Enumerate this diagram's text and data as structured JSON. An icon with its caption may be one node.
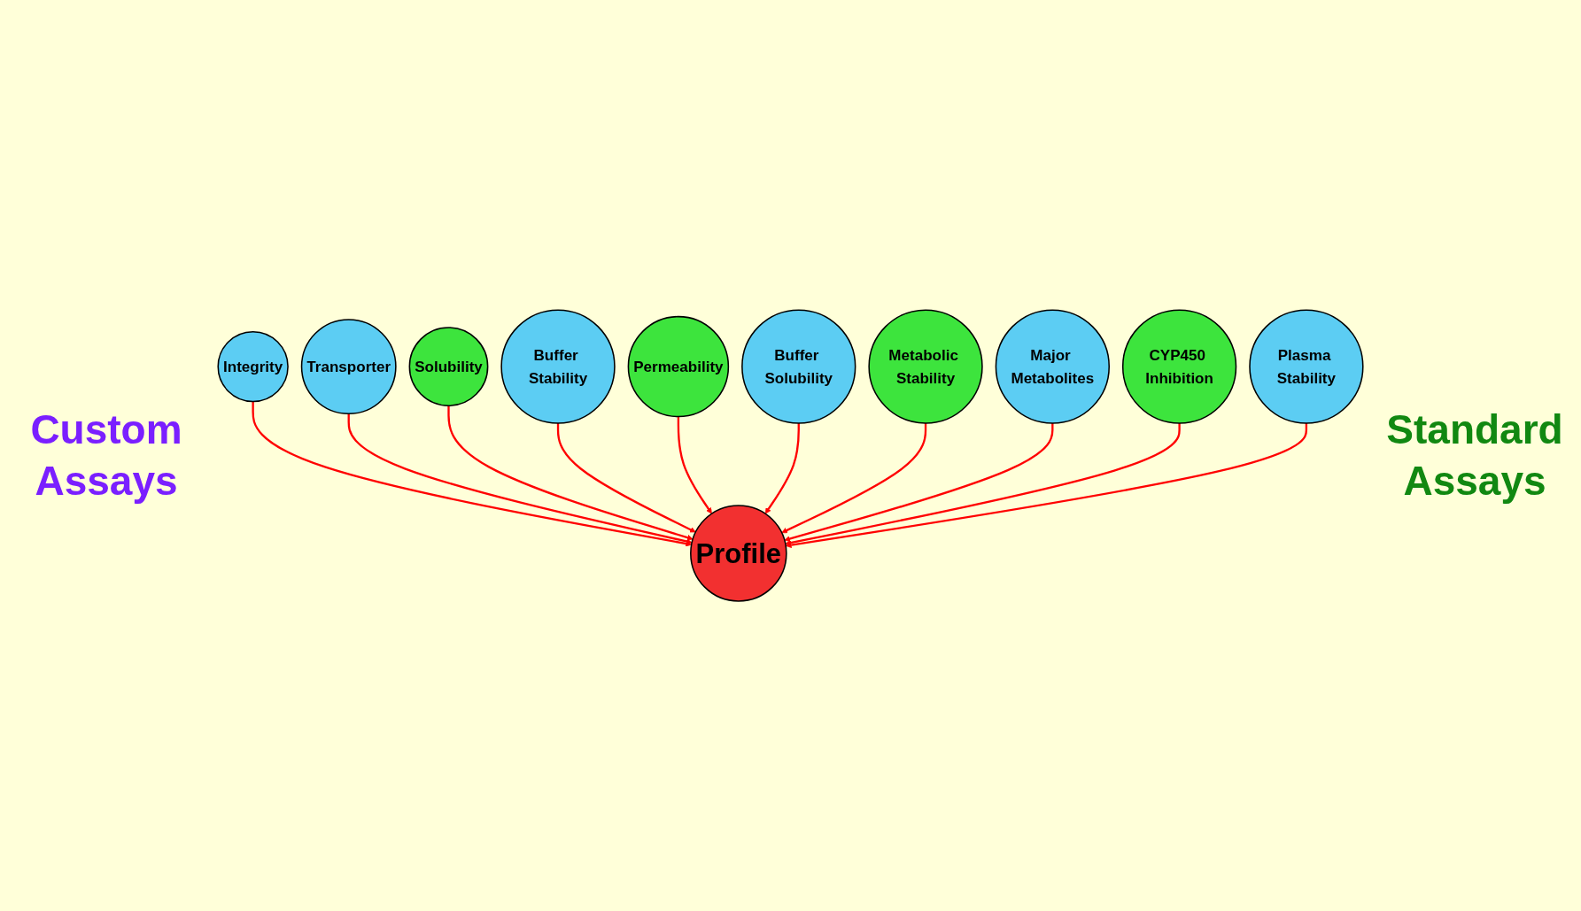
{
  "diagram": {
    "nodes": [
      {
        "text": [
          "Integrity"
        ]
      },
      {
        "text": [
          "Transporter"
        ]
      },
      {
        "text": [
          "Solubility"
        ]
      },
      {
        "text": [
          "Buffer Stability"
        ]
      },
      {
        "text": [
          "Permeability"
        ]
      },
      {
        "text": [
          "Profile"
        ]
      },
      {
        "text": [
          "Buffer Solubility"
        ]
      },
      {
        "text": [
          "Metabolic Stability"
        ]
      },
      {
        "text": [
          "Major Metabolites"
        ]
      },
      {
        "text": [
          "CYP450 Inhibition"
        ]
      },
      {
        "text": [
          "Plasma Stability"
        ]
      }
    ],
    "edges": [
      {
        "from": 0,
        "to": 5,
        "arrow": "to"
      },
      {
        "from": 1,
        "to": 5,
        "arrow": "to"
      },
      {
        "from": 2,
        "to": 5,
        "arrow": "to"
      },
      {
        "from": 3,
        "to": 5,
        "arrow": "to"
      },
      {
        "from": 4,
        "to": 5,
        "arrow": "to"
      },
      {
        "from": 6,
        "to": 5,
        "arrow": "to"
      },
      {
        "from": 7,
        "to": 5,
        "arrow": "to"
      },
      {
        "from": 8,
        "to": 5,
        "arrow": "to"
      },
      {
        "from": 9,
        "to": 5,
        "arrow": "to"
      },
      {
        "from": 10,
        "to": 5,
        "arrow": "to"
      }
    ],
    "labels": [
      "Custom Assays",
      "Standard Assays"
    ]
  }
}
